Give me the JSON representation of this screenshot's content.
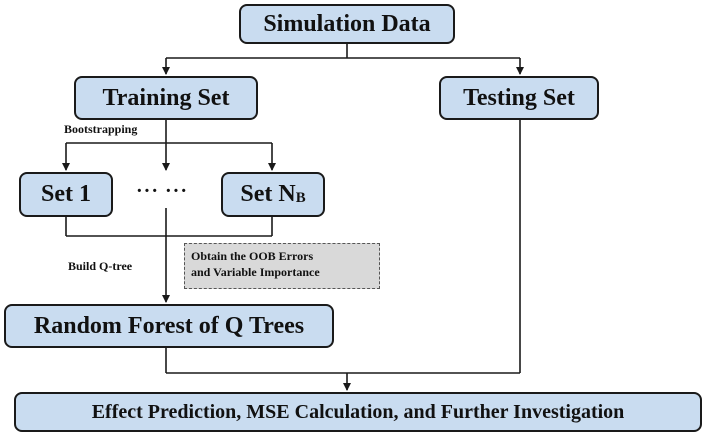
{
  "nodes": {
    "simulation_data": "Simulation Data",
    "training_set": "Training Set",
    "testing_set": "Testing Set",
    "set_1": "Set 1",
    "set_n_main": "Set N",
    "set_n_sub": "B",
    "random_forest": "Random Forest of Q Trees",
    "effect_prediction": "Effect Prediction, MSE Calculation, and Further Investigation"
  },
  "labels": {
    "bootstrapping": "Bootstrapping",
    "ellipsis": "··· ···",
    "build_q_tree": "Build Q-tree",
    "note_line1": "Obtain the OOB Errors",
    "note_line2": "and Variable Importance"
  },
  "colors": {
    "node_fill": "#c9dcf0",
    "note_fill": "#d9d9d9",
    "line": "#1a1a1a"
  }
}
